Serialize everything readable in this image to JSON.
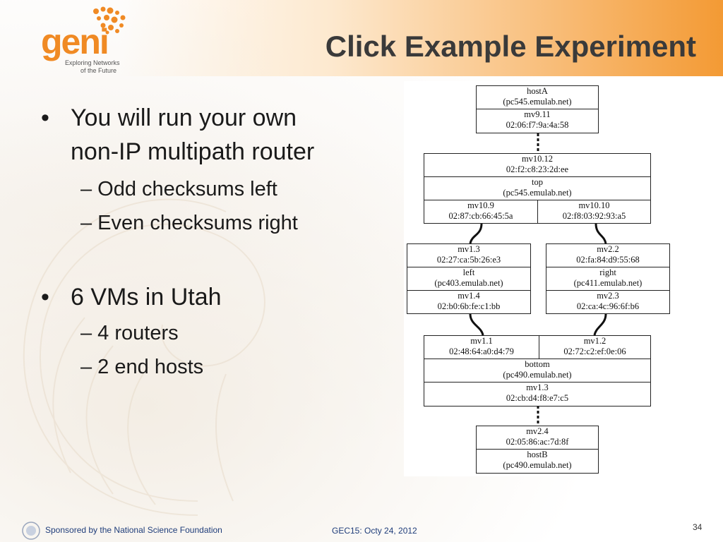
{
  "slide": {
    "title": "Click Example Experiment",
    "logo": {
      "word": "geni",
      "tagline_1": "Exploring Networks",
      "tagline_2": "of the Future"
    },
    "bullets": [
      {
        "text": "You will run your own",
        "text2": "non-IP multipath router",
        "subs": [
          "– Odd checksums left",
          "– Even checksums right"
        ]
      },
      {
        "text": "6 VMs in Utah",
        "subs": [
          "– 4 routers",
          "– 2 end hosts"
        ]
      }
    ],
    "bullet_char": "•",
    "footer": {
      "sponsor": "Sponsored by the National Science Foundation",
      "event": "GEC15: Octy 24, 2012",
      "page": "34"
    }
  },
  "diagram": {
    "hostA": {
      "name": "hostA",
      "host": "(pc545.emulab.net)",
      "iface": "mv9.11",
      "mac": "02:06:f7:9a:4a:58"
    },
    "top": {
      "iface_up": "mv10.12",
      "mac_up": "02:f2:c8:23:2d:ee",
      "name": "top",
      "host": "(pc545.emulab.net)",
      "iface_l": "mv10.9",
      "mac_l": "02:87:cb:66:45:5a",
      "iface_r": "mv10.10",
      "mac_r": "02:f8:03:92:93:a5"
    },
    "left": {
      "iface_up": "mv1.3",
      "mac_up": "02:27:ca:5b:26:e3",
      "name": "left",
      "host": "(pc403.emulab.net)",
      "iface_dn": "mv1.4",
      "mac_dn": "02:b0:6b:fe:c1:bb"
    },
    "right": {
      "iface_up": "mv2.2",
      "mac_up": "02:fa:84:d9:55:68",
      "name": "right",
      "host": "(pc411.emulab.net)",
      "iface_dn": "mv2.3",
      "mac_dn": "02:ca:4c:96:6f:b6"
    },
    "bottom": {
      "iface_l": "mv1.1",
      "mac_l": "02:48:64:a0:d4:79",
      "iface_r": "mv1.2",
      "mac_r": "02:72:c2:ef:0e:06",
      "name": "bottom",
      "host": "(pc490.emulab.net)",
      "iface_dn": "mv1.3",
      "mac_dn": "02:cb:d4:f8:e7:c5"
    },
    "hostB": {
      "iface": "mv2.4",
      "mac": "02:05:86:ac:7d:8f",
      "name": "hostB",
      "host": "(pc490.emulab.net)"
    }
  },
  "colors": {
    "accent": "#f08a24",
    "title": "#3a3a3a",
    "footer": "#1f3d7a"
  }
}
